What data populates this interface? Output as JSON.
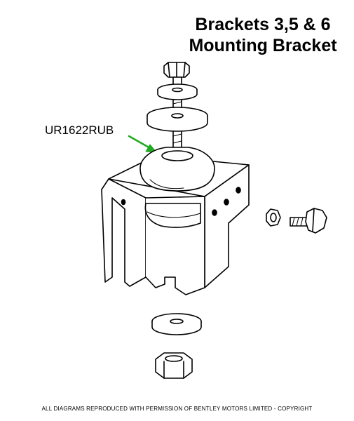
{
  "title": {
    "line1": "Brackets 3,5 & 6",
    "line2": "Mounting Bracket"
  },
  "callout": {
    "part_number": "UR1622RUB",
    "arrow_color": "#22aa22"
  },
  "footer": {
    "copyright": "ALL DIAGRAMS REPRODUCED WITH PERMISSION OF BENTLEY MOTORS LIMITED - COPYRIGHT"
  }
}
